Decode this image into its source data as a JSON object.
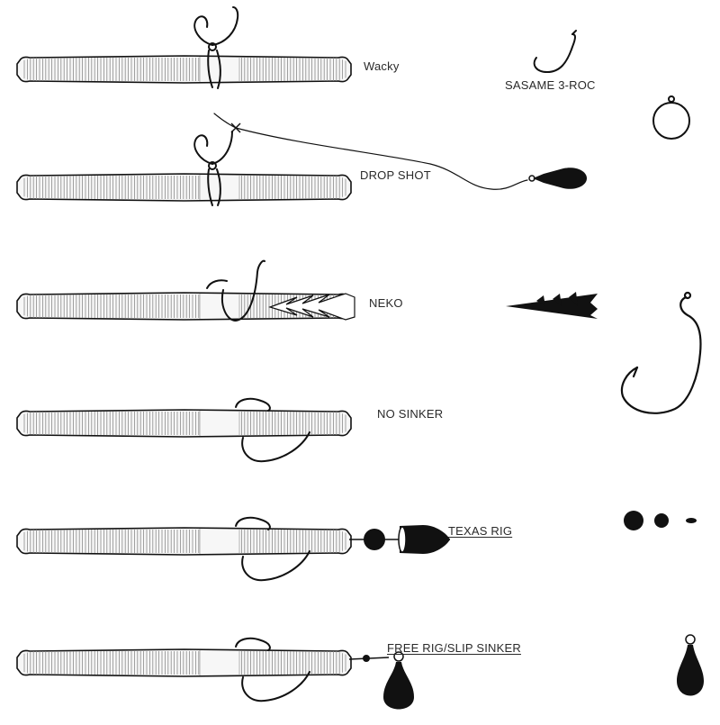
{
  "rigs": [
    {
      "id": "wacky",
      "label": "Wacky"
    },
    {
      "id": "drop-shot",
      "label": "DROP SHOT"
    },
    {
      "id": "neko",
      "label": "NEKO"
    },
    {
      "id": "no-sinker",
      "label": "NO SINKER"
    },
    {
      "id": "texas-rig",
      "label": "TEXAS RIG"
    },
    {
      "id": "free-rig",
      "label": "FREE RIG/SLIP SINKER"
    }
  ],
  "parts": {
    "hook_label": "SASAME 3-ROC"
  },
  "colors": {
    "ink": "#111111",
    "worm_fill": "#f7f7f7",
    "rib": "#8a8a8a"
  }
}
